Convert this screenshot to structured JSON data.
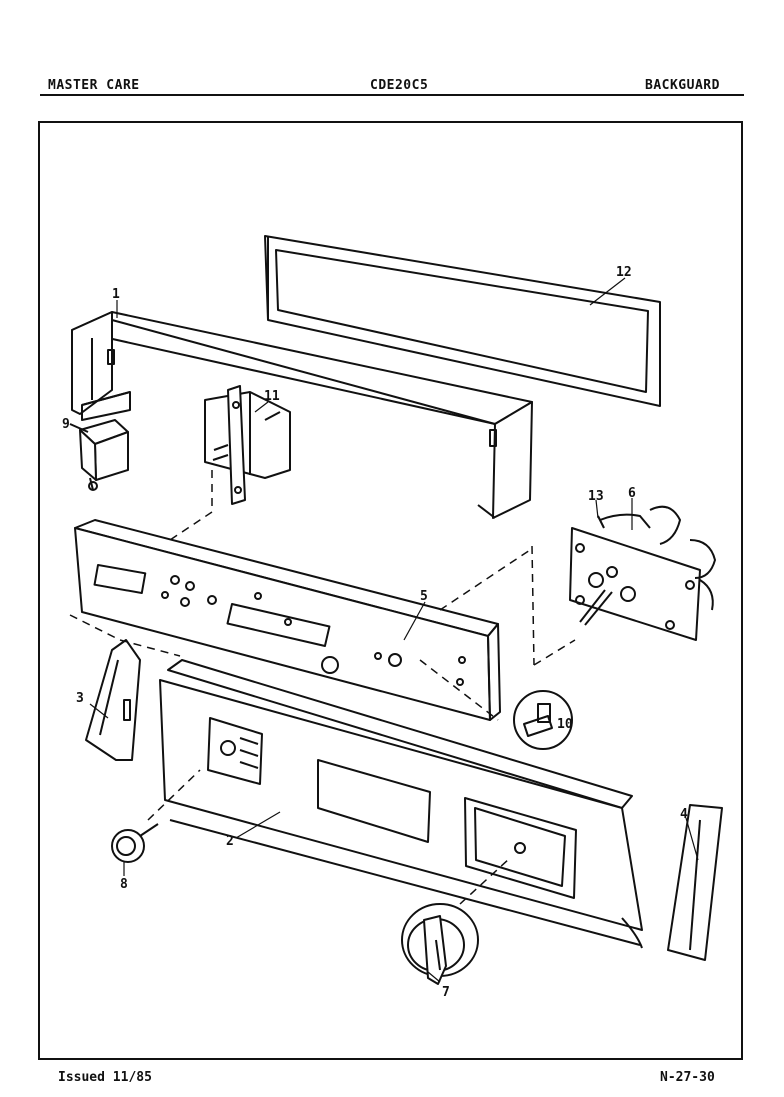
{
  "header": {
    "left": "MASTER CARE",
    "center": "CDE20C5",
    "right": "BACKGUARD"
  },
  "footer": {
    "left": "Issued 11/85",
    "right": "N-27-30"
  },
  "callouts": [
    "1",
    "2",
    "3",
    "4",
    "5",
    "6",
    "7",
    "8",
    "9",
    "10",
    "11",
    "12",
    "13"
  ]
}
